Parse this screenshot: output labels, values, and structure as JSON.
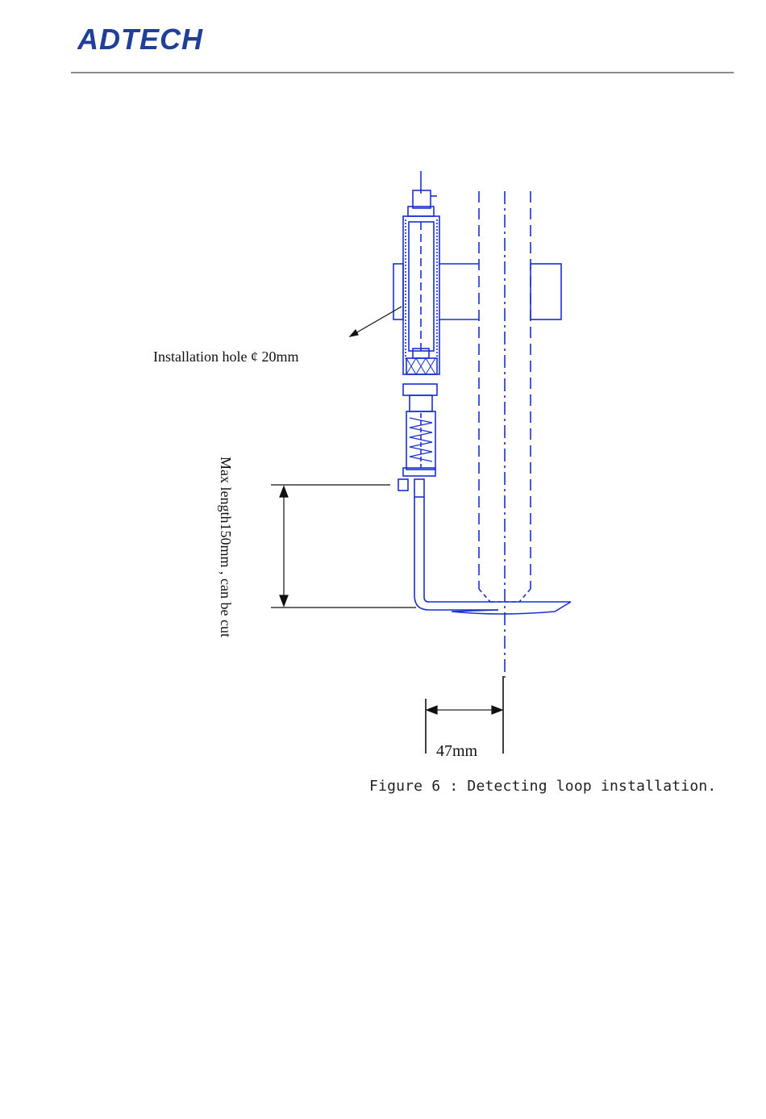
{
  "header": {
    "brand": "ADTECH"
  },
  "figure": {
    "label_installation_hole": "Installation hole  ¢ 20mm",
    "label_max_length": "Max length150mm , can be cut",
    "label_offset": "47mm",
    "caption": "Figure 6 : Detecting loop installation.",
    "line_color": "#1a2fd0"
  }
}
